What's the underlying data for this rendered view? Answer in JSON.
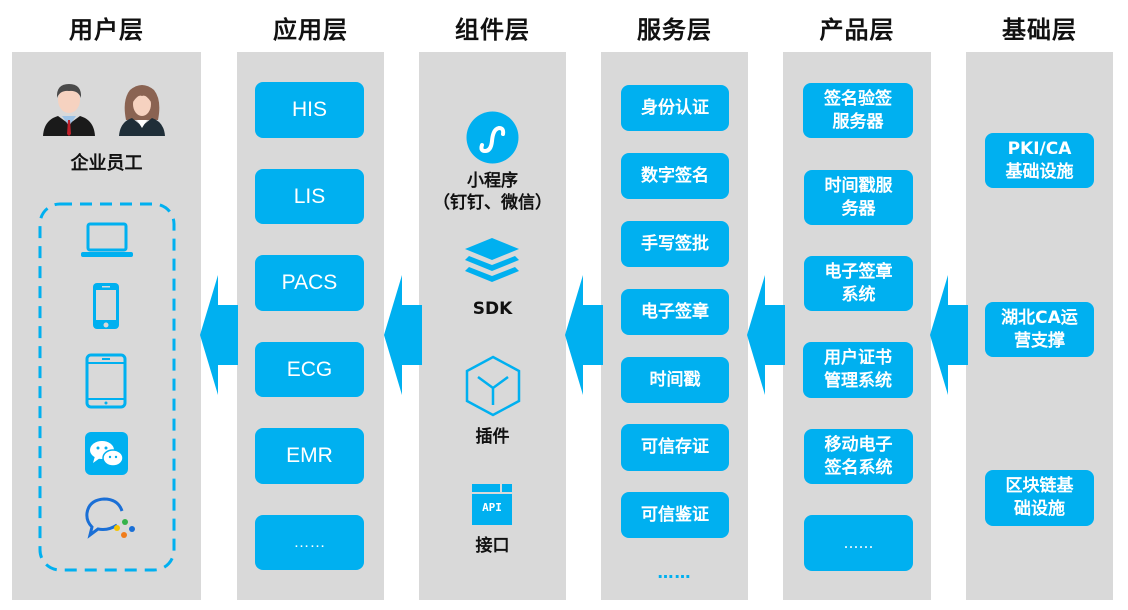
{
  "colors": {
    "accent": "#00b0f0",
    "panel": "#d9d9d9",
    "text": "#111111"
  },
  "layers": {
    "user": {
      "title": "用户层",
      "people_label": "企业员工",
      "people_icons": [
        "male-employee-icon",
        "female-employee-icon"
      ],
      "devices": [
        "laptop-icon",
        "phone-icon",
        "tablet-icon",
        "wechat-icon",
        "enterprise-chat-icon"
      ]
    },
    "app": {
      "title": "应用层",
      "items": [
        "HIS",
        "LIS",
        "PACS",
        "ECG",
        "EMR",
        "……"
      ]
    },
    "component": {
      "title": "组件层",
      "items": [
        {
          "icon": "mini-program-icon",
          "label": "小程序",
          "sub": "（钉钉、微信）"
        },
        {
          "icon": "layers-icon",
          "label": "SDK"
        },
        {
          "icon": "cube-plugin-icon",
          "label": "插件"
        },
        {
          "icon": "api-icon",
          "label": "接口",
          "icon_text": "API"
        }
      ]
    },
    "service": {
      "title": "服务层",
      "items": [
        "身份认证",
        "数字签名",
        "手写签批",
        "电子签章",
        "时间戳",
        "可信存证",
        "可信鉴证"
      ],
      "more": "……"
    },
    "product": {
      "title": "产品层",
      "items": [
        [
          "签名验签",
          "服务器"
        ],
        [
          "时间戳服",
          "务器"
        ],
        [
          "电子签章",
          "系统"
        ],
        [
          "用户证书",
          "管理系统"
        ],
        [
          "移动电子",
          "签名系统"
        ],
        [
          "……"
        ]
      ]
    },
    "base": {
      "title": "基础层",
      "items": [
        [
          "PKI/CA",
          "基础设施"
        ],
        [
          "湖北CA运",
          "营支撑"
        ],
        [
          "区块链基",
          "础设施"
        ]
      ]
    }
  }
}
